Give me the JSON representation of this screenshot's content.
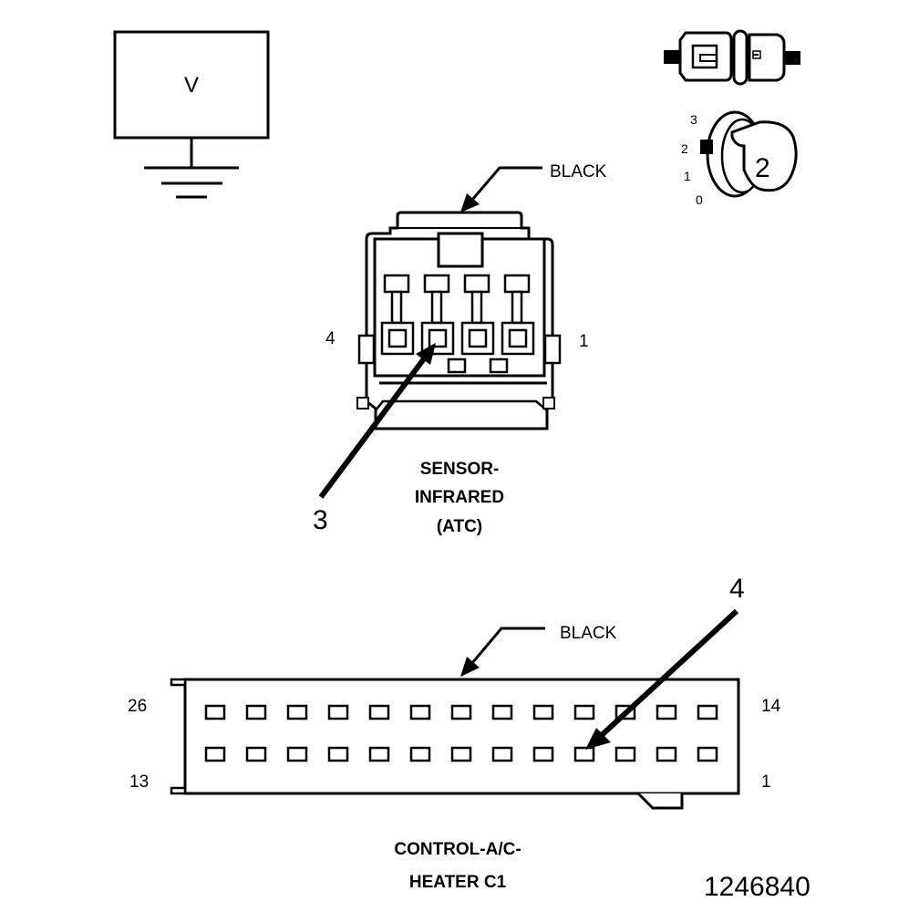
{
  "voltmeter": {
    "symbol": "V"
  },
  "ignition": {
    "positions": [
      "3",
      "2",
      "1",
      "0"
    ],
    "selected": "2"
  },
  "sensor_connector": {
    "color_label": "BLACK",
    "pin_left": "4",
    "pin_right": "1",
    "callout": "3",
    "name_lines": [
      "SENSOR-",
      "INFRARED",
      "(ATC)"
    ]
  },
  "control_connector": {
    "callout": "4",
    "color_label": "BLACK",
    "pin_top_left": "26",
    "pin_top_right": "14",
    "pin_bottom_left": "13",
    "pin_bottom_right": "1",
    "name_lines": [
      "CONTROL-A/C-",
      "HEATER C1"
    ]
  },
  "figure_id": "1246840"
}
